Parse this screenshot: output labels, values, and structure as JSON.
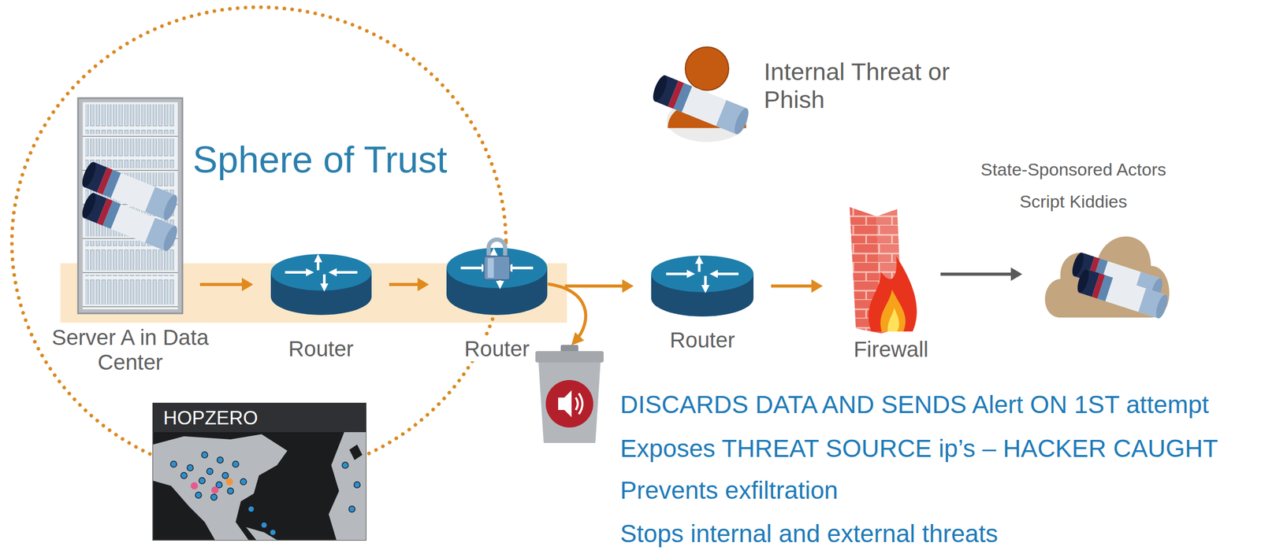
{
  "diagram": {
    "nodes": [
      {
        "text": [
          "Sphere of Trust"
        ]
      },
      {
        "text": [
          "Server A in Data Center"
        ],
        "in": 0
      },
      {
        "text": [
          "Router"
        ],
        "in": 0
      },
      {
        "text": [
          "Router"
        ],
        "in": 0
      },
      {
        "text": [
          "HOPZERO"
        ]
      },
      {
        "text": [
          "Internal Threat or Phish"
        ]
      },
      {
        "text": [
          "Router"
        ]
      },
      {
        "text": [
          "Firewall"
        ]
      },
      {
        "text": [
          "State-Sponsored Actors",
          "Script Kiddies"
        ]
      }
    ],
    "edges": [
      {
        "from": 1,
        "to": 2,
        "arrow": "to"
      },
      {
        "from": 2,
        "to": 3,
        "arrow": "to"
      },
      {
        "from": 3,
        "to": 6,
        "arrow": "to"
      },
      {
        "from": 6,
        "to": 7,
        "arrow": "to"
      },
      {
        "from": 7,
        "to": 8,
        "arrow": "to"
      }
    ],
    "labels": [
      "DISCARDS DATA AND SENDS Alert ON 1ST attempt",
      "Exposes THREAT SOURCE ip’s – HACKER CAUGHT",
      "Prevents exfiltration",
      "Stops internal and external threats"
    ]
  }
}
